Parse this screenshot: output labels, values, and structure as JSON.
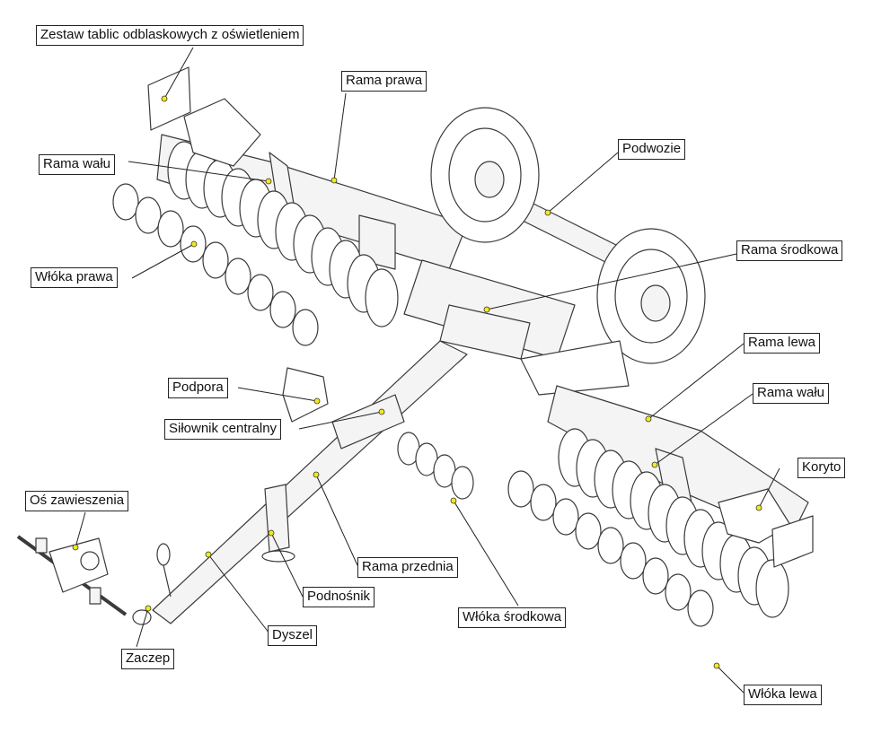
{
  "diagram": {
    "labels": {
      "zestaw": "Zestaw tablic odblaskowych z oświetleniem",
      "rama_prawa": "Rama prawa",
      "podwozie": "Podwozie",
      "rama_walu_1": "Rama wału",
      "rama_srodkowa": "Rama środkowa",
      "wloka_prawa": "Włóka prawa",
      "rama_lewa": "Rama lewa",
      "rama_walu_2": "Rama wału",
      "podpora": "Podpora",
      "silownik": "Siłownik centralny",
      "koryto": "Koryto",
      "os_zawieszenia": "Oś zawieszenia",
      "rama_przednia": "Rama przednia",
      "podnosnik": "Podnośnik",
      "wloka_srodkowa": "Włóka środkowa",
      "dyszel": "Dyszel",
      "zaczep": "Zaczep",
      "wloka_lewa": "Włóka lewa"
    },
    "colors": {
      "line": "#222222",
      "marker": "#f2ea1a",
      "machine_stroke": "#3a3a3a",
      "machine_fill": "#f4f4f4",
      "label_border": "#222222"
    }
  }
}
